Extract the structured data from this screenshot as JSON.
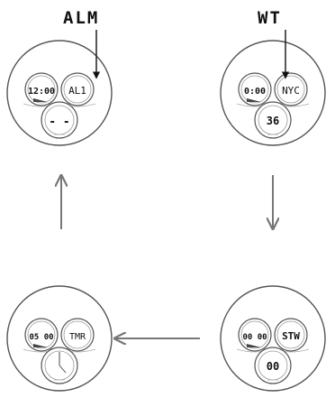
{
  "headings": {
    "alarm_mode": "ALM",
    "world_time_mode": "WT"
  },
  "watch_faces": [
    {
      "id": "alarm",
      "left_display": "12:00",
      "right_display": "AL1",
      "bottom_display": "- -",
      "bottom_is_lcd": true
    },
    {
      "id": "world-time",
      "left_display": "0:00",
      "right_display": "NYC",
      "bottom_display": "36",
      "bottom_is_lcd": true
    },
    {
      "id": "stopwatch",
      "left_display": "00 00",
      "right_display": "STW",
      "bottom_display": "00",
      "bottom_is_lcd": true
    },
    {
      "id": "timer",
      "left_display": "05 00",
      "right_display": "TMR",
      "bottom_display": "",
      "bottom_is_lcd": false
    }
  ],
  "colors": {
    "outline": "#555555",
    "lcd_text": "#111111",
    "arrow": "#777777",
    "callout": "#111111"
  }
}
